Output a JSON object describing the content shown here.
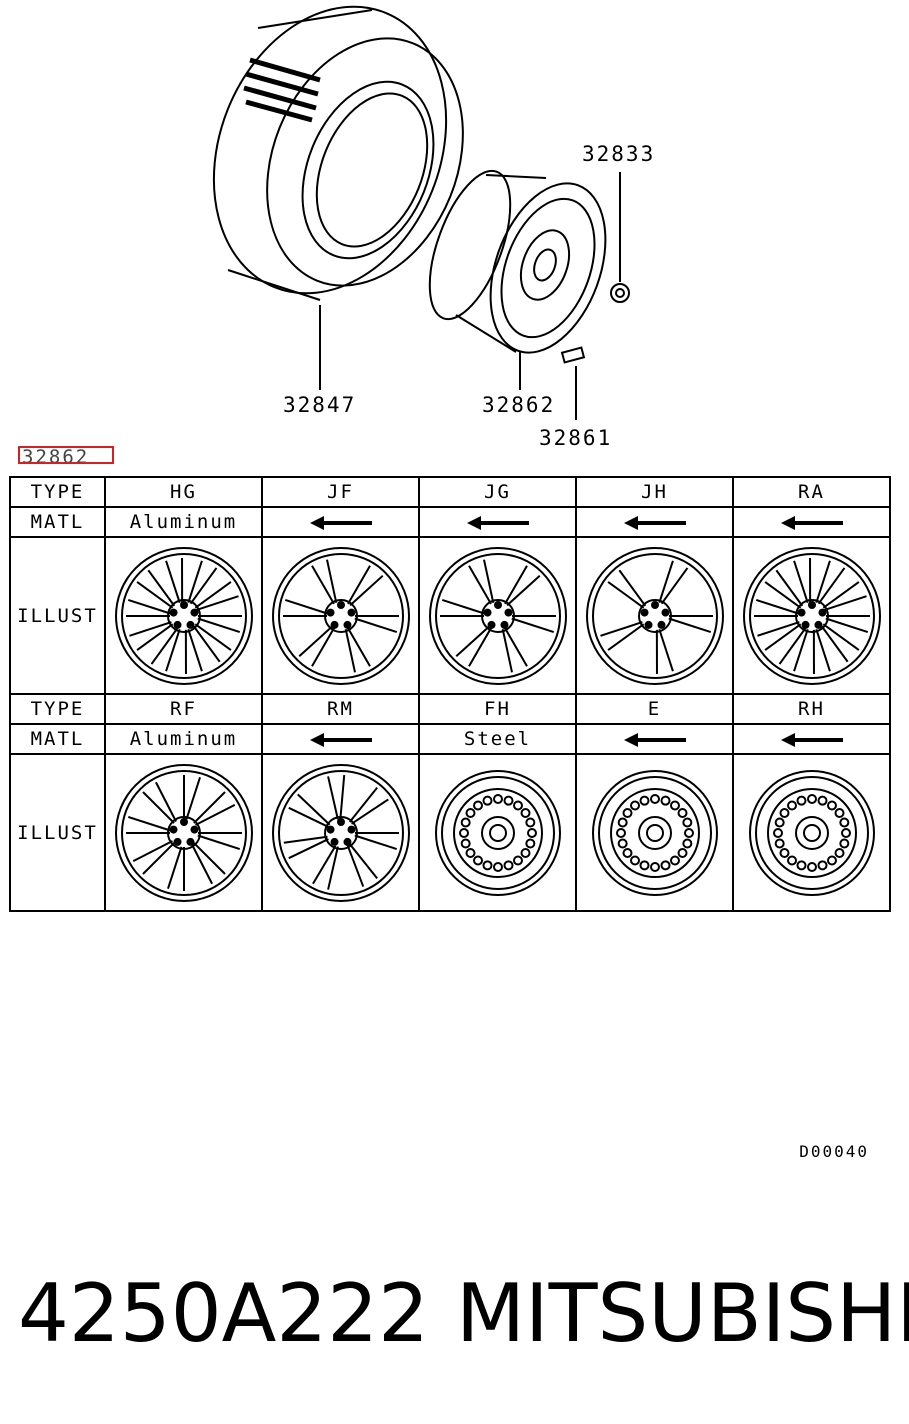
{
  "callouts": {
    "tire": "32847",
    "rim": "32862",
    "nut": "32833",
    "weight": "32861"
  },
  "reference_label": "32862",
  "table": {
    "labels": {
      "type": "TYPE",
      "matl": "MATL",
      "illust": "ILLUST"
    },
    "rows": [
      {
        "types": [
          "HG",
          "JF",
          "JG",
          "JH",
          "RA"
        ],
        "materials": [
          "Aluminum",
          "arrow",
          "arrow",
          "arrow",
          "arrow"
        ],
        "wheels": [
          "mesh-spoke-wheel-icon",
          "six-spoke-wheel-icon",
          "six-spoke-wheel-icon",
          "split-spoke-wheel-icon",
          "ten-spoke-wheel-icon"
        ]
      },
      {
        "types": [
          "RF",
          "RM",
          "FH",
          "E",
          "RH"
        ],
        "materials": [
          "Aluminum",
          "arrow",
          "Steel",
          "arrow",
          "arrow"
        ],
        "wheels": [
          "multi-spoke-wheel-icon",
          "twin-spoke-wheel-icon",
          "steel-wheel-icon",
          "steel-wheel-icon",
          "steel-wheel-icon"
        ]
      }
    ]
  },
  "diagram_code": "D00040",
  "footer": {
    "part_number": "4250A222",
    "brand": "MITSUBISHI"
  }
}
